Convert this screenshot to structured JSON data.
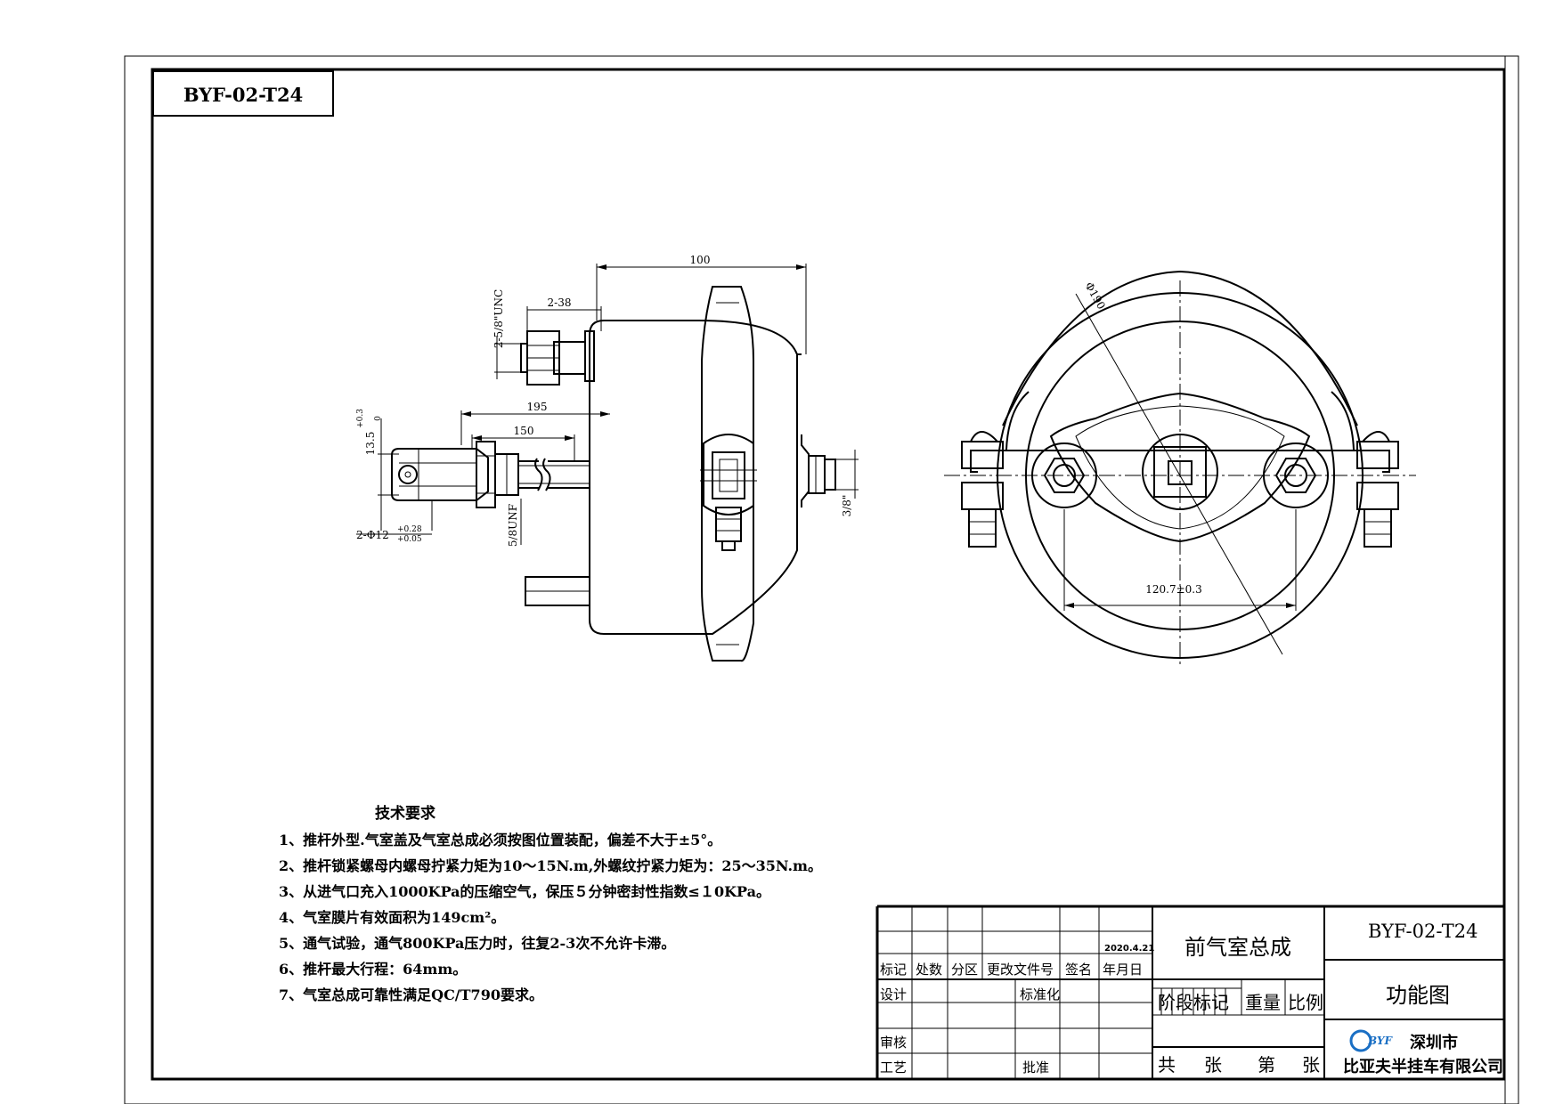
{
  "drawing_number": "BYF-02-T24",
  "title_block": {
    "part_name": "前气室总成",
    "drawing_number": "BYF-02-T24",
    "drawing_type": "功能图",
    "date": "2020.4.21",
    "headers": [
      "标记",
      "处数",
      "分区",
      "更改文件号",
      "签名",
      "年月日"
    ],
    "design": "设计",
    "standardization": "标准化",
    "review": "审核",
    "process": "工艺",
    "approval": "批准",
    "stage_mark": "阶段标记",
    "weight": "重量",
    "scale": "比例",
    "sheets": [
      "共",
      "张",
      "第",
      "张"
    ],
    "logo_text": "BYF",
    "company_city": "深圳市",
    "company_name": "比亚夫半挂车有限公司"
  },
  "dimensions": {
    "d100": "100",
    "d2_38": "2-38",
    "d_unc": "2-5/8\"UNC",
    "d195": "195",
    "d150": "150",
    "d13_5": "13.5",
    "d13_5_tol_up": "+0.3",
    "d13_5_tol_dn": "0",
    "d_pin": "2-Φ12",
    "d_pin_tol_up": "+0.28",
    "d_pin_tol_dn": "+0.05",
    "d_unf": "5/8UNF",
    "d_port": "3/8\"",
    "d_dia": "Φ190",
    "d120": "120.7±0.3"
  },
  "requirements": {
    "title": "技术要求",
    "items": [
      "1、推杆外型.气室盖及气室总成必须按图位置装配，偏差不大于±5°。",
      "2、推杆锁紧螺母内螺母拧紧力矩为10～15N.m,外螺纹拧紧力矩为：25～35N.m。",
      "3、从进气口充入1000KPa的压缩空气，保压５分钟密封性指数≤１0KPa。",
      "4、气室膜片有效面积为149cm²。",
      "5、通气试验，通气800KPa压力时，往复2-3次不允许卡滞。",
      "6、推杆最大行程：64mm。",
      "7、气室总成可靠性满足QC/T790要求。"
    ]
  },
  "colors": {
    "line": "#000000",
    "paper": "#ffffff",
    "logo": "#1a6fc4"
  }
}
